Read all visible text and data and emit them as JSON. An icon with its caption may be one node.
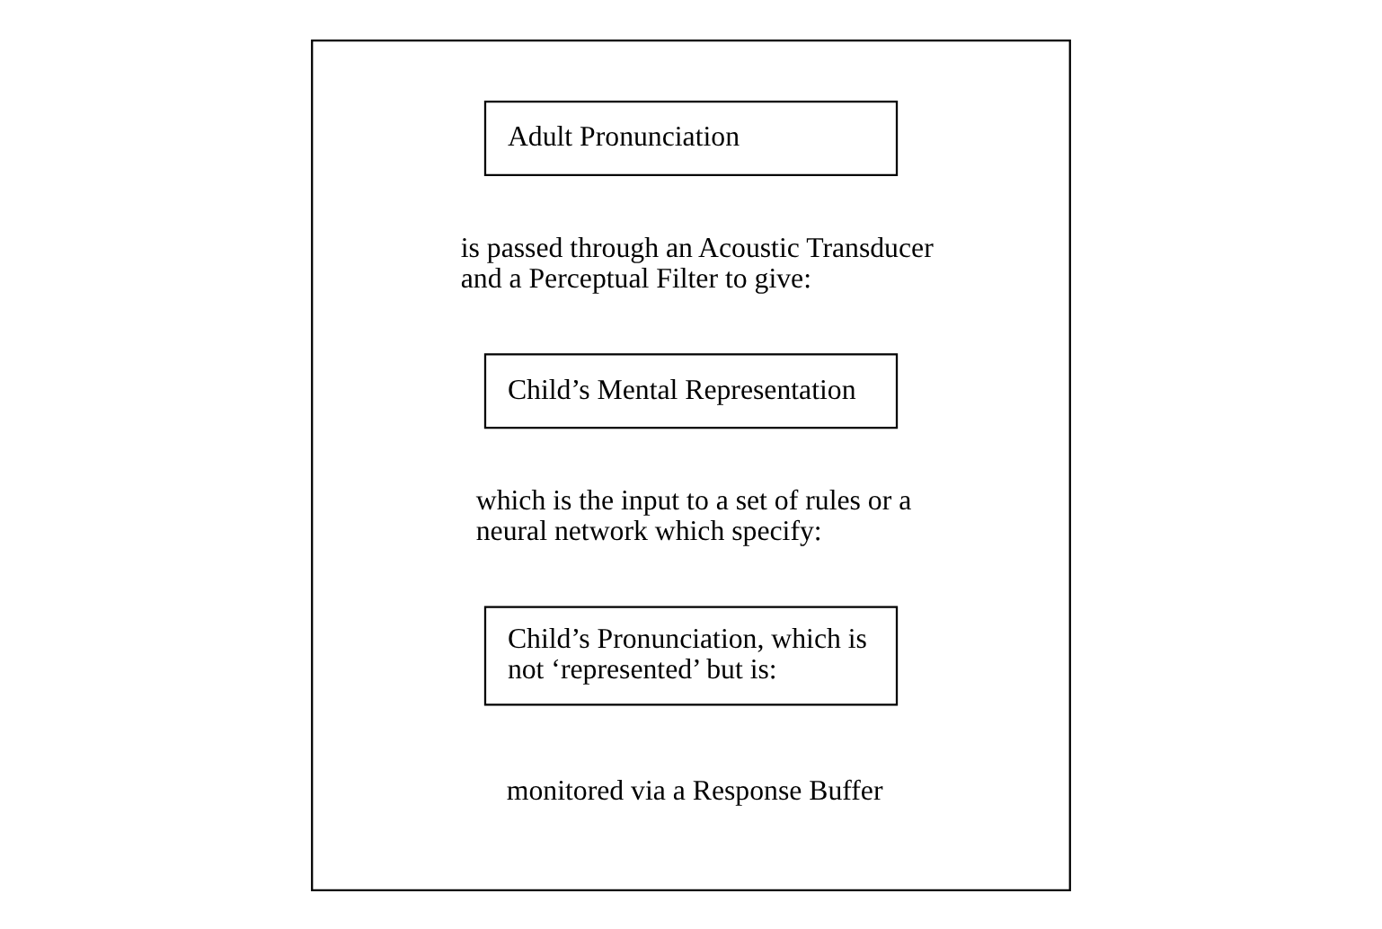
{
  "diagram": {
    "nodes": [
      {
        "text": [],
        "shape": "box"
      },
      {
        "text": [
          "Adult Pronunciation"
        ],
        "in": 0
      },
      {
        "text": [
          "Child’s Mental Representation"
        ],
        "in": 0
      },
      {
        "text": [
          "Child’s Pronunciation, which is not ‘represented’ but is:"
        ],
        "in": 0
      }
    ],
    "edges": [],
    "labels": [
      "is passed through an Acoustic Transducer and a Perceptual Filter to give:",
      "which is the input to a set of rules or a neural network which specify:",
      "monitored via a Response Buffer"
    ]
  }
}
